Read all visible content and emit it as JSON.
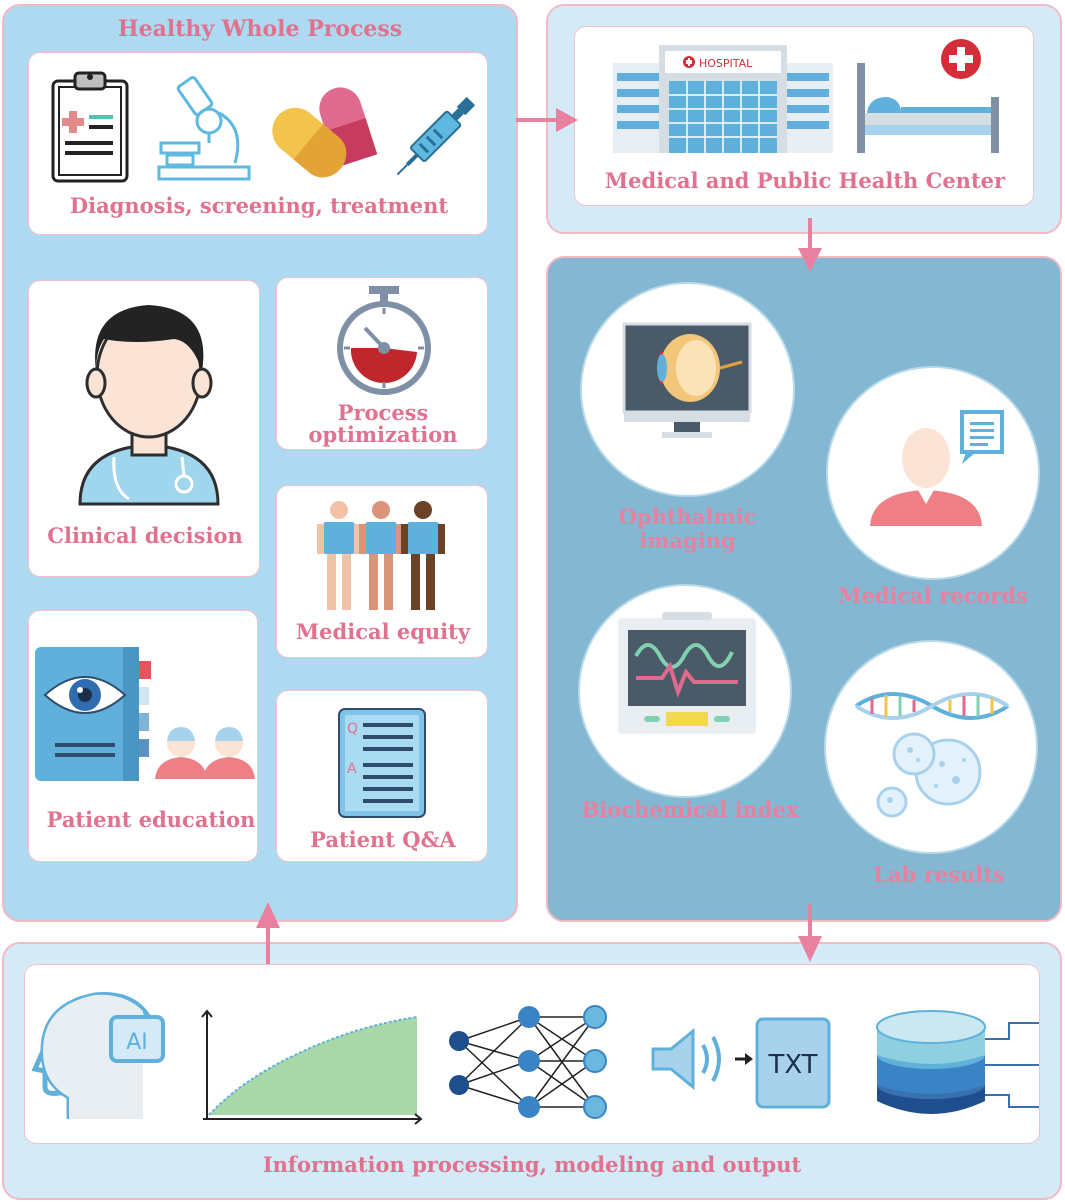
{
  "left_panel": {
    "title": "Healthy Whole Process",
    "cards": {
      "diagnosis": "Diagnosis, screening, treatment",
      "clinical": "Clinical decision",
      "process_line1": "Process",
      "process_line2": "optimization",
      "equity": "Medical equity",
      "education": "Patient education",
      "qa": "Patient Q&A"
    }
  },
  "center_panel": {
    "title": "Medical and Public Health Center",
    "hospital_sign": "HOSPITAL"
  },
  "data_panel": {
    "ophthalmic_line1": "Ophthalmic",
    "ophthalmic_line2": "imaging",
    "records": "Medical records",
    "biochem": "Biochemical index",
    "lab": "Lab results"
  },
  "bottom_panel": {
    "title": "Information processing, modeling and output",
    "ai_badge": "AI",
    "txt_badge": "TXT"
  },
  "qa_letters": {
    "q": "Q",
    "a": "A"
  },
  "colors": {
    "label_pink": "#e0728f",
    "panel_light_blue": "#addaf0",
    "panel_dark_blue": "#84b7d2",
    "arrow_pink": "#e8819f"
  }
}
